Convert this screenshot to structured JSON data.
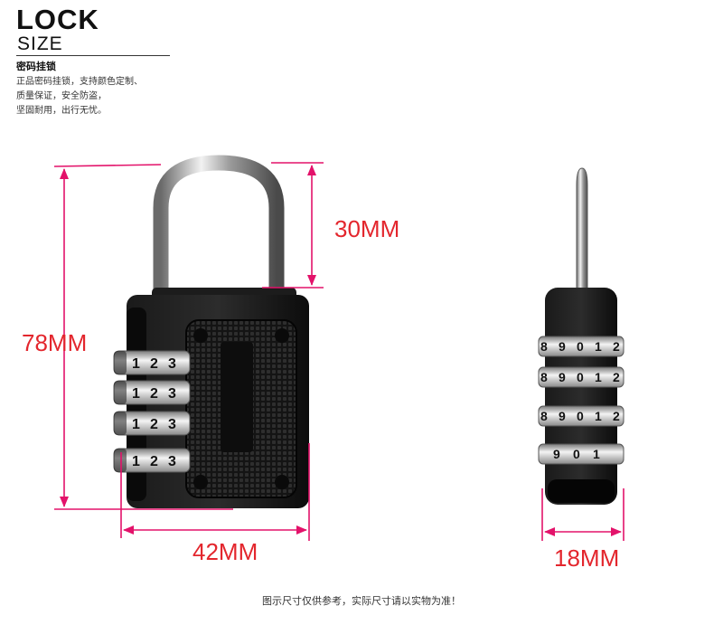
{
  "header": {
    "title": "LOCK",
    "subtitle": "SIZE",
    "product_name": "密码挂锁",
    "description_lines": [
      "正品密码挂锁，支持颜色定制、",
      "质量保证，安全防盗，",
      "坚固耐用，出行无忧。"
    ]
  },
  "dimensions": {
    "height_total": "78MM",
    "shackle_height": "30MM",
    "body_width": "42MM",
    "side_width": "18MM"
  },
  "front_dials": [
    [
      "1",
      "2",
      "3"
    ],
    [
      "1",
      "2",
      "3"
    ],
    [
      "1",
      "2",
      "3"
    ],
    [
      "1",
      "2",
      "3"
    ]
  ],
  "side_dials": [
    [
      "8",
      "9",
      "0",
      "1",
      "2"
    ],
    [
      "8",
      "9",
      "0",
      "1",
      "2"
    ],
    [
      "8",
      "9",
      "0",
      "1",
      "2"
    ],
    [
      "9",
      "0",
      "1"
    ]
  ],
  "footer": {
    "note": "图示尺寸仅供参考，实际尺寸请以实物为准！"
  },
  "colors": {
    "dimension_line": "#e3126a",
    "dimension_text": "#e3262d",
    "lock_body": "#111111"
  }
}
